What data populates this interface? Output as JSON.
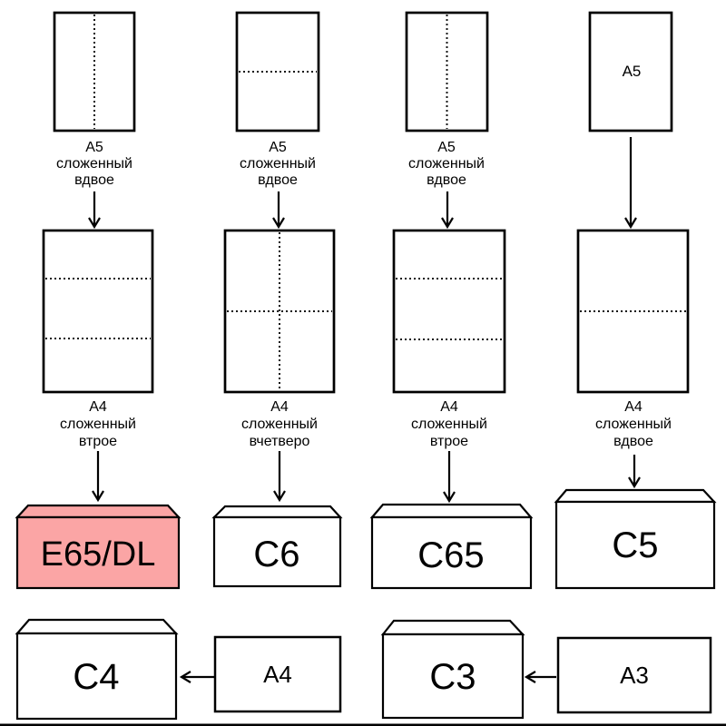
{
  "colors": {
    "highlight": "#FBA5A5",
    "stroke": "#000000"
  },
  "columns": [
    {
      "top_caption": [
        "А5",
        "сложенный",
        "вдвое"
      ],
      "mid_caption": [
        "А4",
        "сложенный",
        "втрое"
      ],
      "envelope_label": "E65/DL",
      "highlighted": true
    },
    {
      "top_caption": [
        "А5",
        "сложенный",
        "вдвое"
      ],
      "mid_caption": [
        "А4",
        "сложенный",
        "вчетверо"
      ],
      "envelope_label": "C6",
      "highlighted": false
    },
    {
      "top_caption": [
        "А5",
        "сложенный",
        "вдвое"
      ],
      "mid_caption": [
        "А4",
        "сложенный",
        "втрое"
      ],
      "envelope_label": "C65",
      "highlighted": false
    },
    {
      "top_sheet_text": "А5",
      "mid_caption": [
        "А4",
        "сложенный",
        "вдвое"
      ],
      "envelope_label": "C5",
      "highlighted": false
    }
  ],
  "bottom_row": [
    {
      "envelope_label": "C4",
      "paper_label": "А4"
    },
    {
      "envelope_label": "C3",
      "paper_label": "А3"
    }
  ]
}
